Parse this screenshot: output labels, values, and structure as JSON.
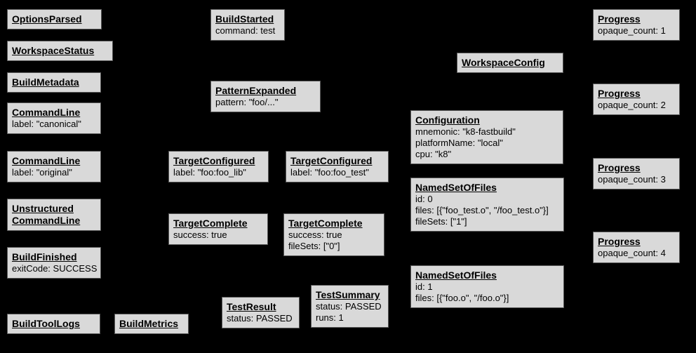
{
  "canvas": {
    "background_color": "#000000",
    "node_fill_color": "#d9d9d9",
    "node_border_color": "#595959",
    "node_text_color": "#000000"
  },
  "nodes": [
    {
      "title": "OptionsParsed",
      "lines": []
    },
    {
      "title": "WorkspaceStatus",
      "lines": []
    },
    {
      "title": "BuildMetadata",
      "lines": []
    },
    {
      "title": "CommandLine",
      "lines": [
        "label: \"canonical\""
      ]
    },
    {
      "title": "CommandLine",
      "lines": [
        "label: \"original\""
      ]
    },
    {
      "title": "Unstructured CommandLine",
      "lines": []
    },
    {
      "title": "BuildFinished",
      "lines": [
        "exitCode: SUCCESS"
      ]
    },
    {
      "title": "BuildToolLogs",
      "lines": []
    },
    {
      "title": "BuildMetrics",
      "lines": []
    },
    {
      "title": "BuildStarted",
      "lines": [
        "command: test"
      ]
    },
    {
      "title": "PatternExpanded",
      "lines": [
        "pattern: \"foo/...\""
      ]
    },
    {
      "title": "TargetConfigured",
      "lines": [
        "label: \"foo:foo_lib\""
      ]
    },
    {
      "title": "TargetConfigured",
      "lines": [
        "label: \"foo:foo_test\""
      ]
    },
    {
      "title": "TargetComplete",
      "lines": [
        "success: true"
      ]
    },
    {
      "title": "TargetComplete",
      "lines": [
        "success: true",
        "fileSets: [\"0\"]"
      ]
    },
    {
      "title": "TestResult",
      "lines": [
        "status: PASSED"
      ]
    },
    {
      "title": "TestSummary",
      "lines": [
        "status: PASSED",
        "runs: 1"
      ]
    },
    {
      "title": "WorkspaceConfig",
      "lines": []
    },
    {
      "title": "Configuration",
      "lines": [
        "mnemonic: \"k8-fastbuild\"",
        "platformName: \"local\"",
        "cpu: \"k8\""
      ]
    },
    {
      "title": "NamedSetOfFiles",
      "lines": [
        "id: 0",
        "files: [{\"foo_test.o\", \"/foo_test.o\"}]",
        "fileSets: [\"1\"]"
      ]
    },
    {
      "title": "NamedSetOfFiles",
      "lines": [
        "id: 1",
        "files: [{\"foo.o\", \"/foo.o\"}]"
      ]
    },
    {
      "title": "Progress",
      "lines": [
        "opaque_count: 1"
      ]
    },
    {
      "title": "Progress",
      "lines": [
        "opaque_count: 2"
      ]
    },
    {
      "title": "Progress",
      "lines": [
        "opaque_count: 3"
      ]
    },
    {
      "title": "Progress",
      "lines": [
        "opaque_count: 4"
      ]
    }
  ]
}
